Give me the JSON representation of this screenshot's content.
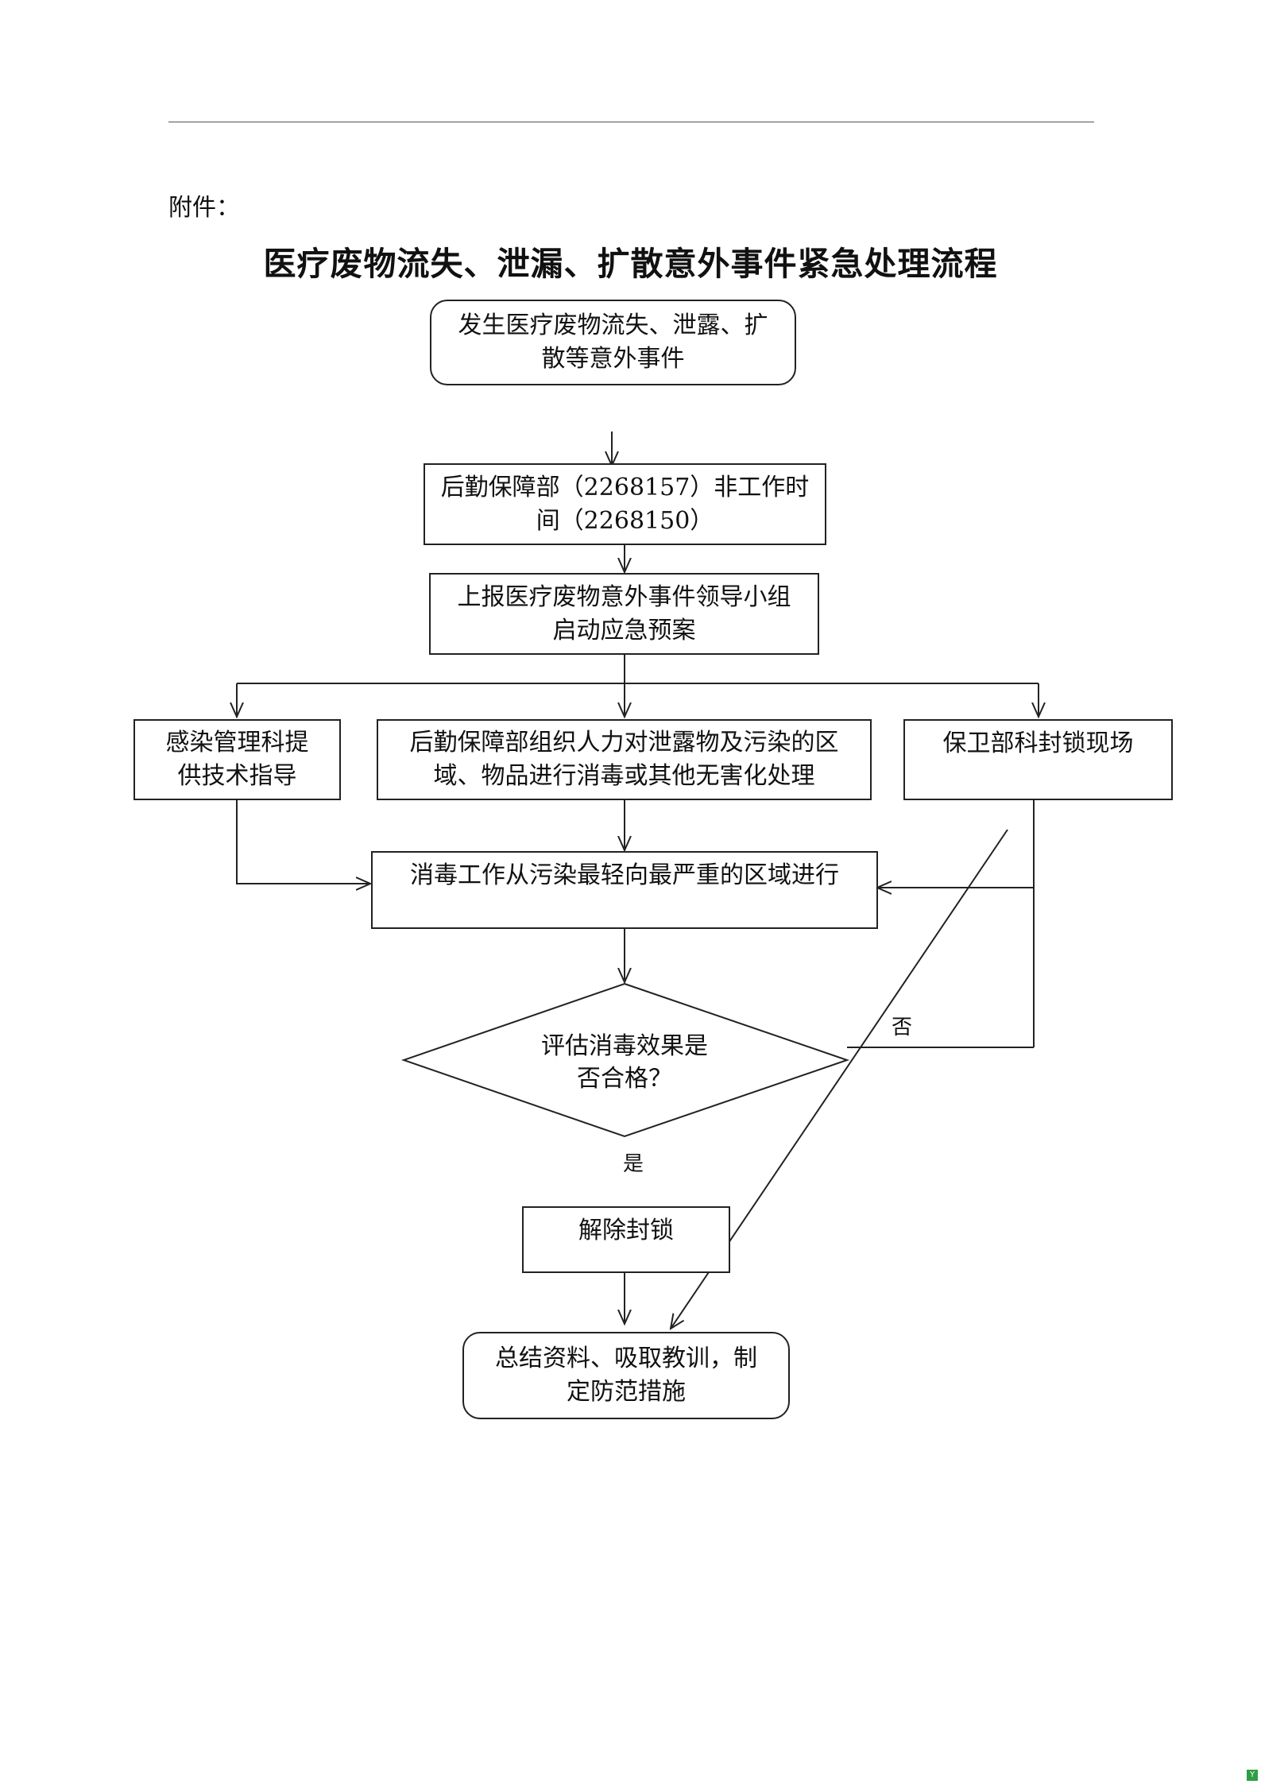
{
  "header": {
    "attachment_label": "附件：",
    "title": "医疗废物流失、泄漏、扩散意外事件紧急处理流程"
  },
  "flow": {
    "start": {
      "line1": "发生医疗废物流失、泄露、扩",
      "line2": "散等意外事件"
    },
    "logistics_contact": {
      "line1": "后勤保障部（2268157）非工作时",
      "line2": "间（2268150）"
    },
    "report_group": {
      "line1": "上报医疗废物意外事件领导小组",
      "line2": "启动应急预案"
    },
    "infection_dept": {
      "line1": "感染管理科提",
      "line2": "供技术指导"
    },
    "logistics_disinfect": {
      "line1": "后勤保障部组织人力对泄露物及污染的区",
      "line2": "域、物品进行消毒或其他无害化处理"
    },
    "security_dept": {
      "line1": "保卫部科封锁现场"
    },
    "disinfect_order": {
      "line1": "消毒工作从污染最轻向最严重的区域进行"
    },
    "evaluate": {
      "line1": "评估消毒效果是",
      "line2": "否合格？"
    },
    "label_no": "否",
    "label_yes": "是",
    "lift_lockdown": {
      "line1": "解除封锁"
    },
    "summary": {
      "line1": "总结资料、吸取教训，制",
      "line2": "定防范措施"
    }
  },
  "watermark": "Y"
}
